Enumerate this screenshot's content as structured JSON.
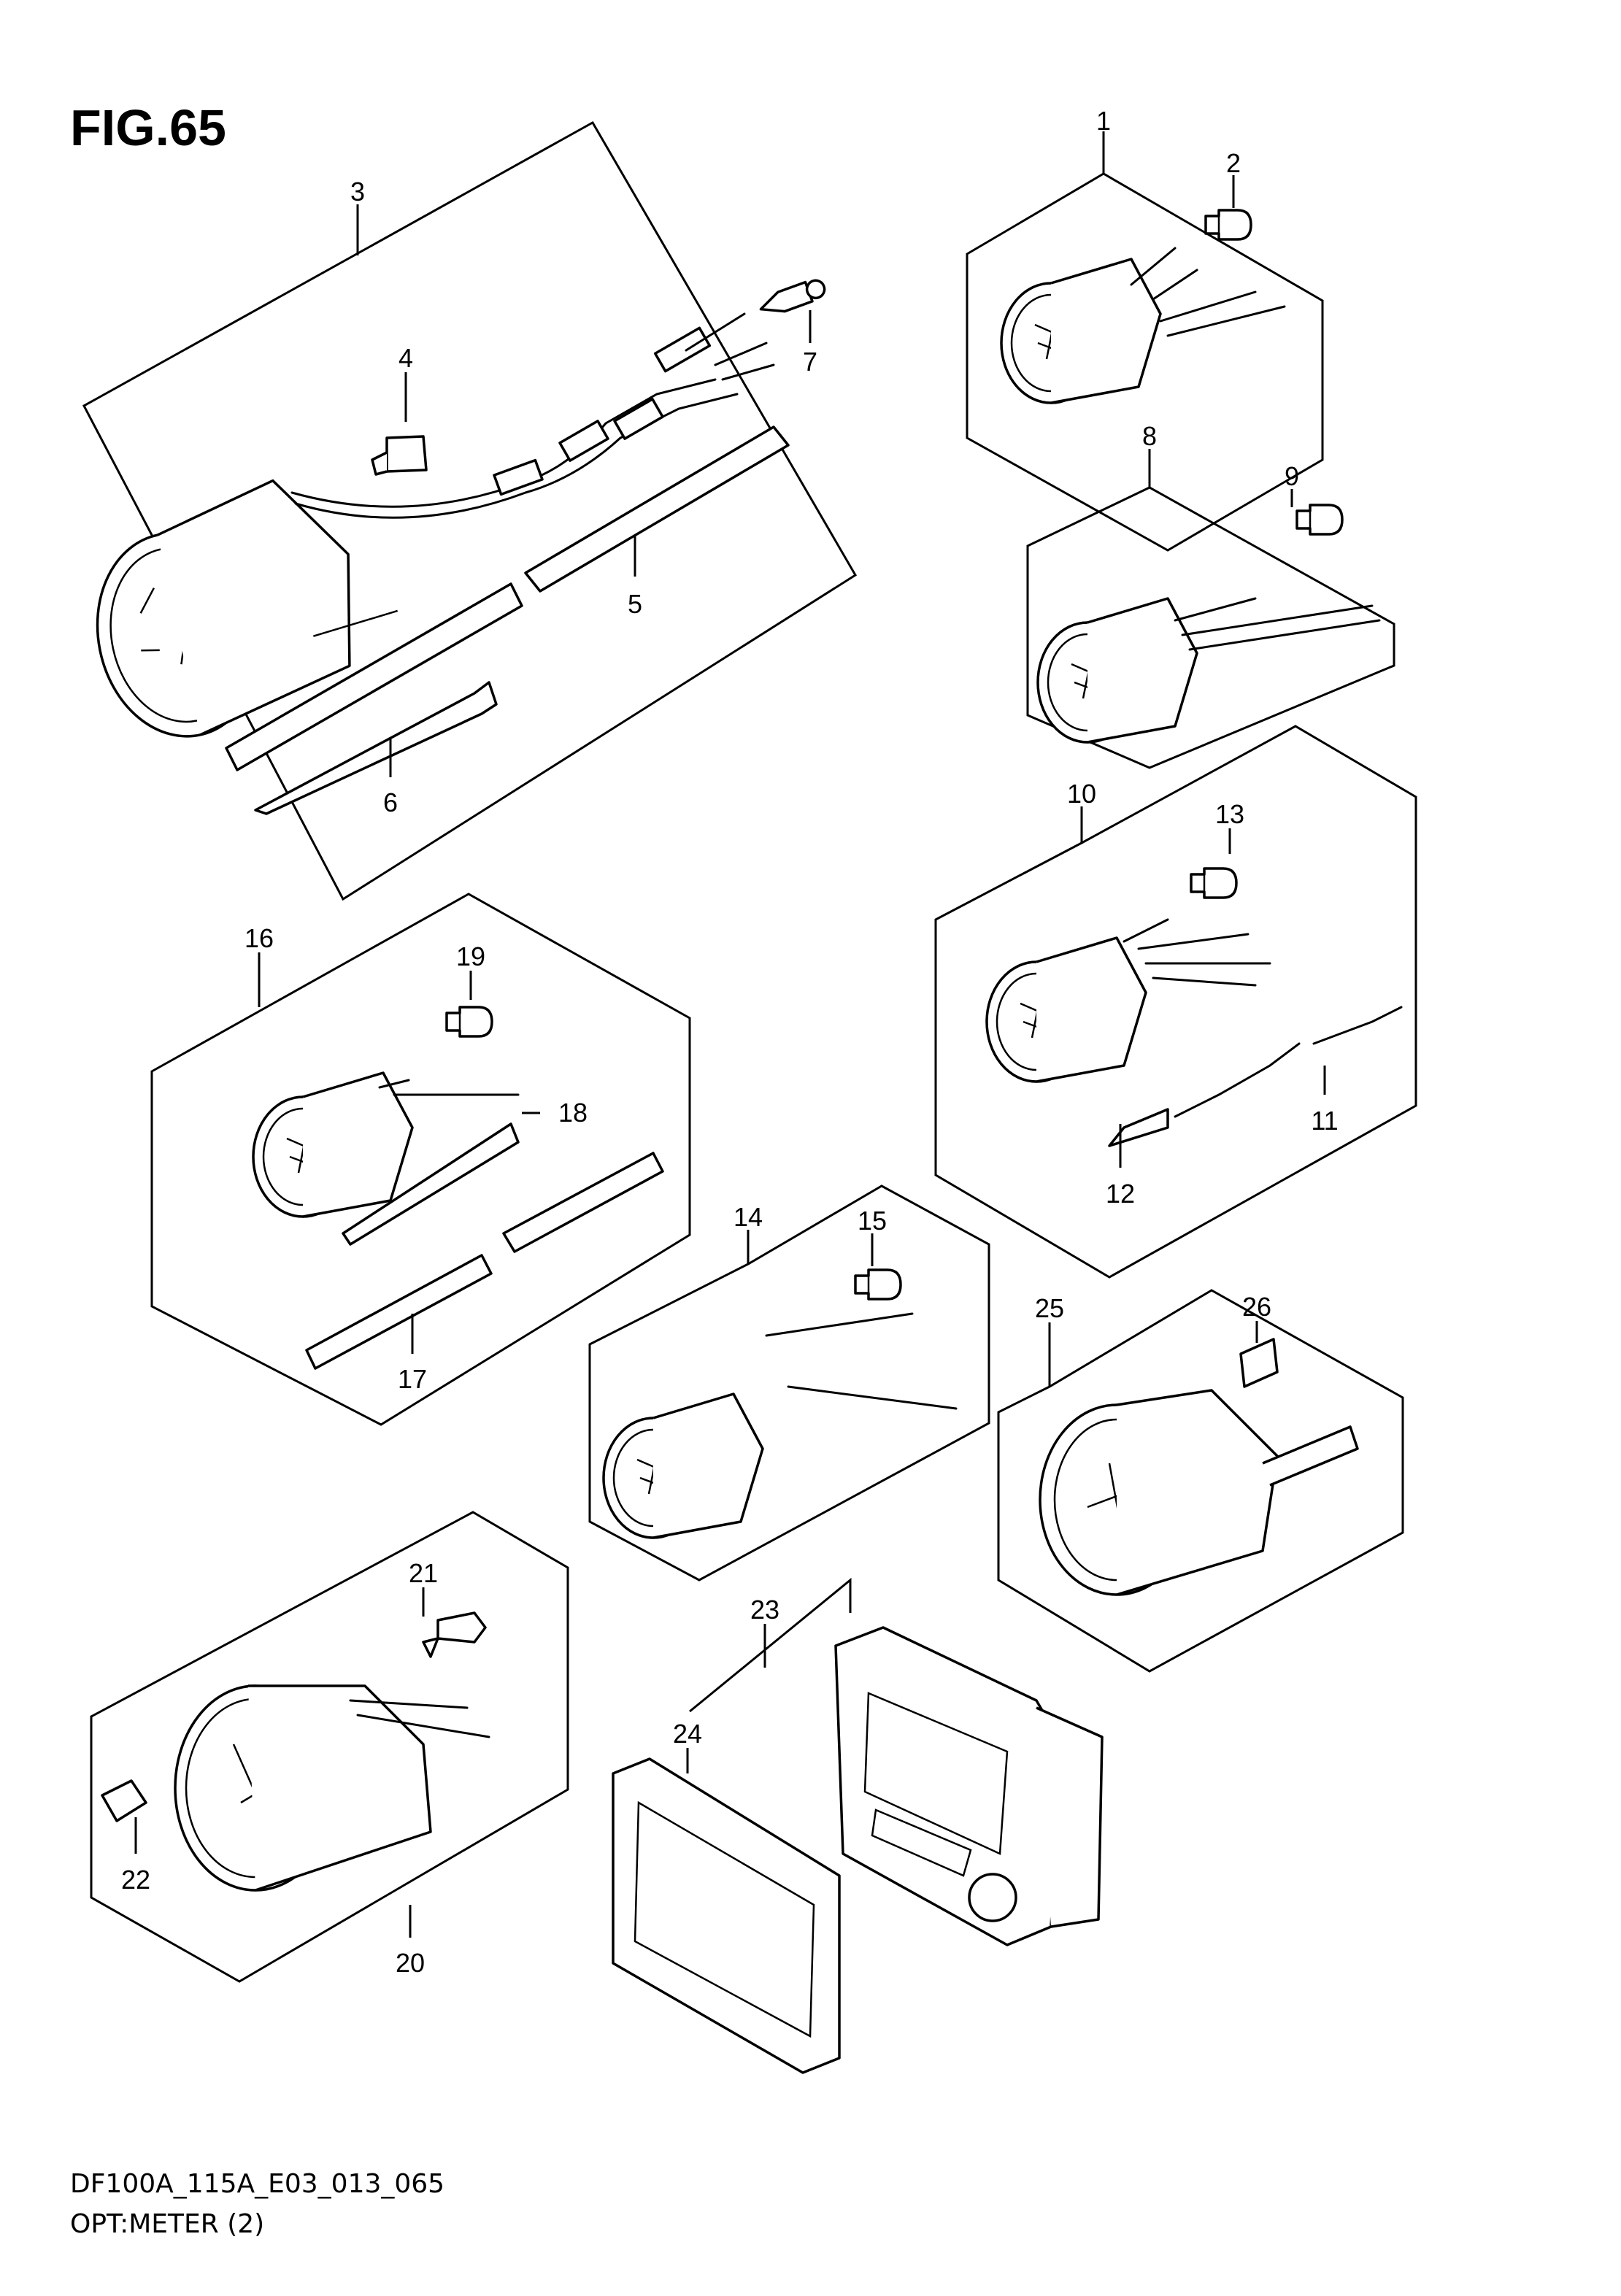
{
  "figure": {
    "title": "FIG.65"
  },
  "footer": {
    "code": "DF100A_115A_E03_013_065",
    "caption": "OPT:METER (2)"
  },
  "callouts": {
    "c1": "1",
    "c2": "2",
    "c3": "3",
    "c4": "4",
    "c5": "5",
    "c6": "6",
    "c7": "7",
    "c8": "8",
    "c9": "9",
    "c10": "10",
    "c11": "11",
    "c12": "12",
    "c13": "13",
    "c14": "14",
    "c15": "15",
    "c16": "16",
    "c17": "17",
    "c18": "18",
    "c19": "19",
    "c20": "20",
    "c21": "21",
    "c22": "22",
    "c23": "23",
    "c24": "24",
    "c25": "25",
    "c26": "26"
  }
}
